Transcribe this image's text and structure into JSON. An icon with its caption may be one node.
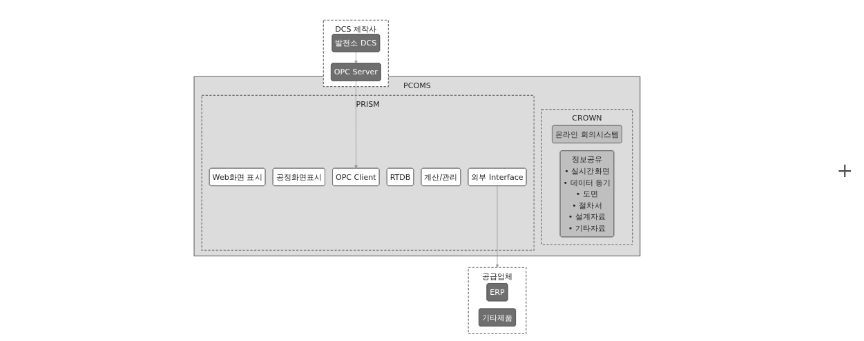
{
  "diagram": {
    "nodes": [
      {
        "text": [
          "DCS 제작사"
        ]
      },
      {
        "text": [
          "발전소 DCS"
        ],
        "in": 0
      },
      {
        "text": [
          "OPC Server"
        ],
        "in": 0
      },
      {
        "text": [
          "공급업체"
        ]
      },
      {
        "text": [
          "ERP"
        ],
        "in": 3
      },
      {
        "text": [
          "기타제품"
        ],
        "in": 3
      },
      {
        "text": [
          "PCOMS"
        ]
      },
      {
        "text": [
          "PRISM"
        ],
        "in": 6
      },
      {
        "text": [
          "Web화면 표시"
        ],
        "in": 7
      },
      {
        "text": [
          "공정화면표시"
        ],
        "in": 7
      },
      {
        "text": [
          "OPC Client"
        ],
        "in": 7
      },
      {
        "text": [
          "RTDB"
        ],
        "in": 7
      },
      {
        "text": [
          "계산/관리"
        ],
        "in": 7
      },
      {
        "text": [
          "외부 Interface"
        ],
        "in": 7
      },
      {
        "text": [
          "CROWN"
        ],
        "in": 6
      },
      {
        "text": [
          "온라인 회의시스템"
        ],
        "in": 14
      },
      {
        "text": [
          "정보공유",
          "• 실시간화면",
          "• 데이터 동기",
          "• 도면",
          "• 절차서",
          "• 설계자료",
          "• 기타자료"
        ],
        "in": 14
      }
    ],
    "edges": [
      {
        "from": 1,
        "to": 2,
        "arrow": "to"
      },
      {
        "from": 2,
        "to": 10,
        "arrow": "to"
      },
      {
        "from": 13,
        "to": 3,
        "arrow": "to"
      }
    ],
    "labels": [
      "+"
    ]
  }
}
